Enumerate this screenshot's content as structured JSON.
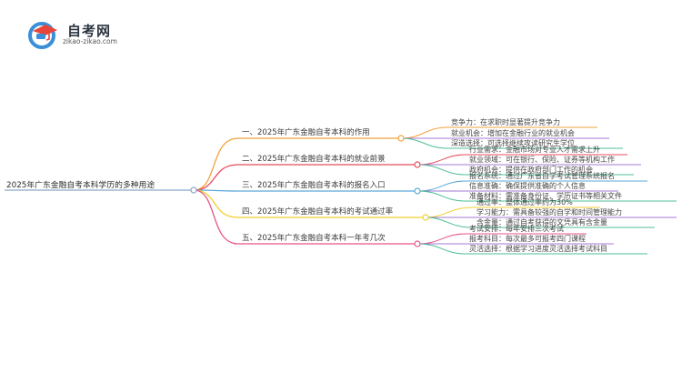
{
  "header": {
    "site_name": "自考网",
    "site_url": "zikao-zikao.com"
  },
  "colors": {
    "root": "#8aa7c6",
    "branch1": "#f2a13a",
    "branch2": "#e84c5c",
    "branch3": "#5aa9d9",
    "branch4": "#f2cf2c",
    "branch5": "#e6558c",
    "sub1": "#a37ad6",
    "sub2": "#4fbf94"
  },
  "mindmap": {
    "root": "2025年广东金融自考本科学历的多种用途",
    "branches": [
      {
        "label": "一、2025年广东金融自考本科的作用",
        "leaves": [
          "竞争力：在求职时显著提升竞争力",
          "就业机会：增加在金融行业的就业机会",
          "深造选择：可选择继续攻读研究生学位"
        ]
      },
      {
        "label": "二、2025年广东金融自考本科的就业前景",
        "leaves": [
          "行业需求：金融市场对专业人才需求上升",
          "就业领域：可在银行、保险、证券等机构工作",
          "政府机会：提供在政府部门工作的机会"
        ]
      },
      {
        "label": "三、2025年广东金融自考本科的报名入口",
        "leaves": [
          "报名系统：通过广东省自学考试管理系统报名",
          "信息准确：确保提供准确的个人信息",
          "准备材料：需准备身份证、学历证书等相关文件"
        ]
      },
      {
        "label": "四、2025年广东金融自考本科的考试通过率",
        "leaves": [
          "通过率：整体通过率约为30%",
          "学习能力：需具备较强的自学和时间管理能力",
          "含金量：通过自考获得的文凭具有含金量"
        ]
      },
      {
        "label": "五、2025年广东金融自考本科一年考几次",
        "leaves": [
          "考试安排：每年安排三次考试",
          "报考科目：每次最多可报考四门课程",
          "灵活选择：根据学习进度灵活选择考试科目"
        ]
      }
    ]
  }
}
